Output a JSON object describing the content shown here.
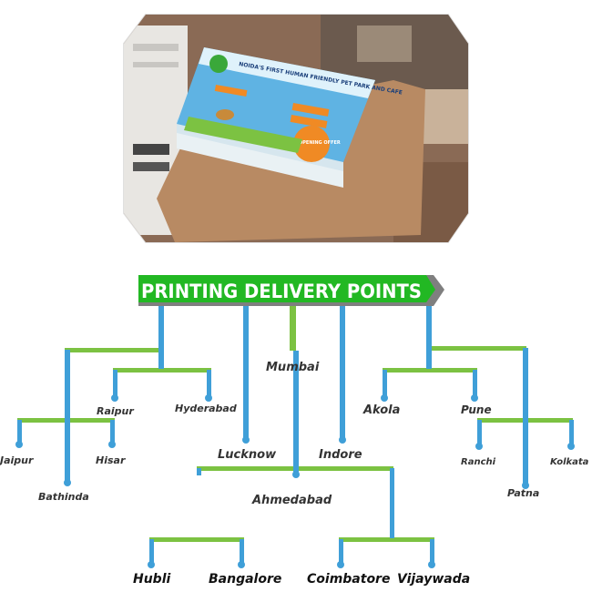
{
  "title": "PRINTING DELIVERY POINTS",
  "colors": {
    "banner_green": "#22b823",
    "banner_gray": "#7f7f7f",
    "branch_green": "#7cc242",
    "line_blue": "#3f9fd8",
    "dot_blue": "#3f9fd8",
    "label": "#333333"
  },
  "photo": {
    "flyer_heading": "NOIDA'S FIRST HUMAN FRIENDLY PET PARK AND CAFE",
    "flyer_badge": "OPENING OFFER"
  },
  "cities": {
    "mumbai": "Mumbai",
    "raipur": "Raipur",
    "hyderabad": "Hyderabad",
    "jaipur": "Jaipur",
    "hisar": "Hisar",
    "bathinda": "Bathinda",
    "lucknow": "Lucknow",
    "indore": "Indore",
    "ahmedabad": "Ahmedabad",
    "akola": "Akola",
    "pune": "Pune",
    "ranchi": "Ranchi",
    "kolkata": "Kolkata",
    "patna": "Patna",
    "hubli": "Hubli",
    "bangalore": "Bangalore",
    "coimbatore": "Coimbatore",
    "vijaywada": "Vijaywada"
  }
}
